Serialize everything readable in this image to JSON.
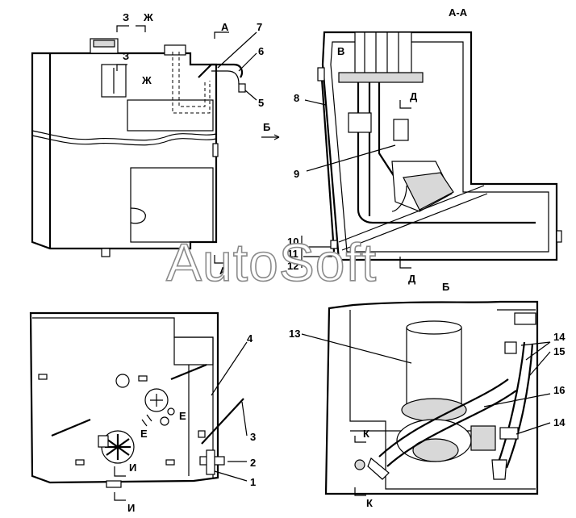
{
  "watermark": "AutoSoft",
  "views": {
    "section_aa": "А-А",
    "view_b": "Б"
  },
  "markers": {
    "z": "З",
    "zh": "Ж",
    "a": "А",
    "b": "Б",
    "v": "В",
    "d": "Д",
    "e": "Е",
    "i": "И",
    "k": "К"
  },
  "callouts": [
    "1",
    "2",
    "3",
    "4",
    "5",
    "6",
    "7",
    "8",
    "9",
    "10",
    "11",
    "12",
    "13",
    "14",
    "15",
    "16"
  ],
  "colors": {
    "line": "#000000",
    "watermark_stroke": "#8a8a8a",
    "background": "#ffffff"
  }
}
